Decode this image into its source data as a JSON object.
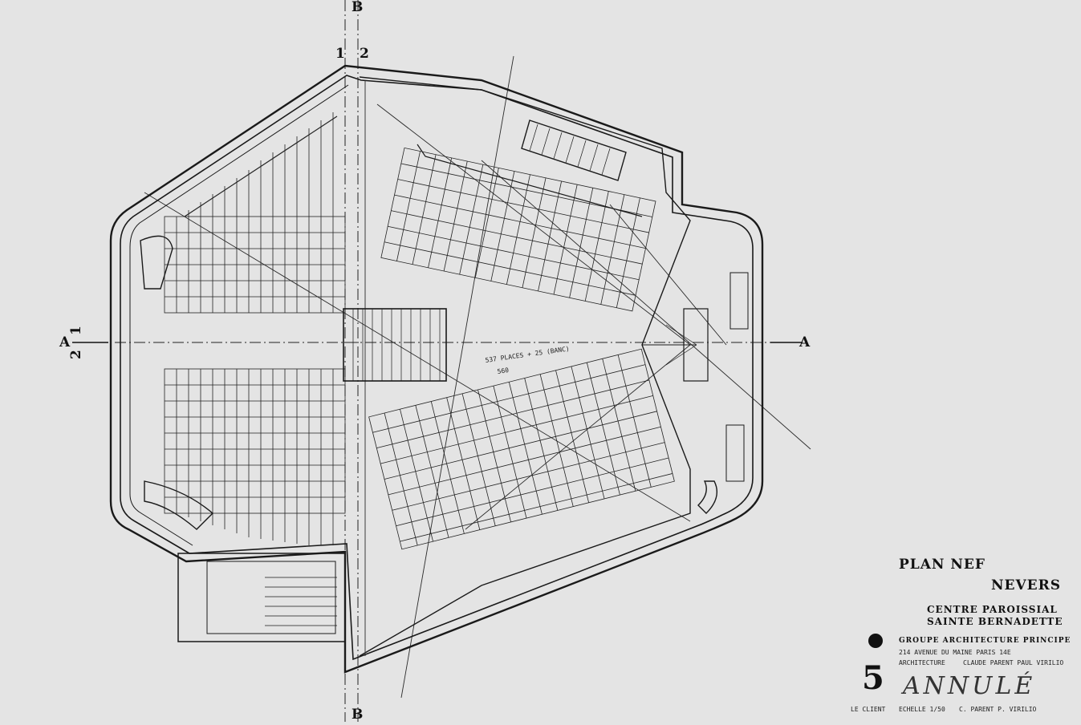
{
  "axes": {
    "section_a": "A",
    "section_b": "B",
    "grid_1": "1",
    "grid_2": "2"
  },
  "plan_notes": {
    "seat_count": "537 PLACES + 25 (BANC)",
    "seat_sub": "560"
  },
  "title_block": {
    "title": "PLAN NEF",
    "city": "NEVERS",
    "project_line1": "CENTRE PAROISSIAL",
    "project_line2": "SAINTE BERNADETTE",
    "group": "GROUPE ARCHITECTURE PRINCIPE",
    "address": "214 AVENUE DU MAINE PARIS 14E",
    "architects_label": "ARCHITECTURE",
    "architects": "CLAUDE PARENT PAUL VIRILIO",
    "sheet_number": "5",
    "client_label": "LE CLIENT",
    "scale_label": "ECHELLE 1/50",
    "stamp": "ANNULÉ",
    "signature_names": "C. PARENT P. VIRILIO"
  }
}
